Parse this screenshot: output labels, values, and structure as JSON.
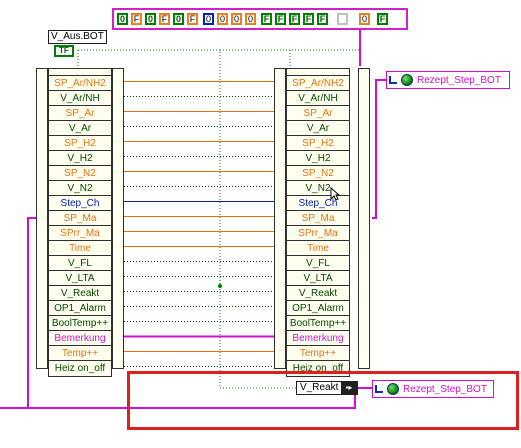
{
  "array_constant": {
    "cells": [
      "0",
      "F",
      "0",
      "F",
      "0",
      "F",
      "0",
      "0",
      "0",
      "0",
      "F",
      "F",
      "F",
      "F",
      "F",
      "",
      "0",
      "F"
    ]
  },
  "cluster_label": "V_Aus.BOT",
  "tf_constant": "TF",
  "left_bundle": {
    "rows": [
      {
        "text": "SP_Ar/NH2",
        "color": "orange"
      },
      {
        "text": "V_Ar/NH",
        "color": "green"
      },
      {
        "text": "SP_Ar",
        "color": "orange"
      },
      {
        "text": "V_Ar",
        "color": "green"
      },
      {
        "text": "SP_H2",
        "color": "orange"
      },
      {
        "text": "V_H2",
        "color": "green"
      },
      {
        "text": "SP_N2",
        "color": "orange"
      },
      {
        "text": "V_N2",
        "color": "green"
      },
      {
        "text": "Step_Ch",
        "color": "blue"
      },
      {
        "text": "SP_Ma",
        "color": "orange"
      },
      {
        "text": "SPrr_Ma",
        "color": "orange"
      },
      {
        "text": "Time",
        "color": "orange"
      },
      {
        "text": "V_FL",
        "color": "green"
      },
      {
        "text": "V_LTA",
        "color": "green"
      },
      {
        "text": "V_Reakt",
        "color": "green"
      },
      {
        "text": "OP1_Alarm",
        "color": "green"
      },
      {
        "text": "BoolTemp++",
        "color": "green"
      },
      {
        "text": "Bemerkung",
        "color": "pink"
      },
      {
        "text": "Temp++",
        "color": "orange"
      },
      {
        "text": "Heiz on_off",
        "color": "green"
      }
    ]
  },
  "right_bundle": {
    "rows": [
      {
        "text": "SP_Ar/NH2",
        "color": "orange"
      },
      {
        "text": "V_Ar/NH",
        "color": "green"
      },
      {
        "text": "SP_Ar",
        "color": "orange"
      },
      {
        "text": "V_Ar",
        "color": "green"
      },
      {
        "text": "SP_H2",
        "color": "orange"
      },
      {
        "text": "V_H2",
        "color": "green"
      },
      {
        "text": "SP_N2",
        "color": "orange"
      },
      {
        "text": "V_N2",
        "color": "green"
      },
      {
        "text": "Step_Ch",
        "color": "blue"
      },
      {
        "text": "SP_Ma",
        "color": "orange"
      },
      {
        "text": "SPrr_Ma",
        "color": "orange"
      },
      {
        "text": "Time",
        "color": "orange"
      },
      {
        "text": "V_FL",
        "color": "green"
      },
      {
        "text": "V_LTA",
        "color": "green"
      },
      {
        "text": "V_Reakt",
        "color": "green"
      },
      {
        "text": "OP1_Alarm",
        "color": "green"
      },
      {
        "text": "BoolTemp++",
        "color": "green"
      },
      {
        "text": "Bemerkung",
        "color": "pink"
      },
      {
        "text": "Temp++",
        "color": "orange"
      },
      {
        "text": "Heiz on_off",
        "color": "green"
      }
    ]
  },
  "top_reference": "Rezept_Step_BOT",
  "bottom_reference": "Rezept_Step_BOT",
  "unbundle_label": "V_Reakt",
  "colors": {
    "orange": "#e8700a",
    "green": "#004800",
    "blue": "#0020b0",
    "pink": "#d010d0",
    "highlight": "#e02020"
  }
}
